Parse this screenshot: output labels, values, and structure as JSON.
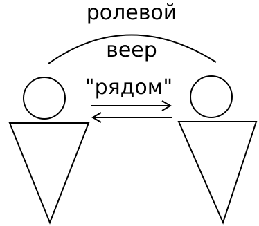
{
  "labels": {
    "top": "ролевой",
    "middle": "веер",
    "relation": "\"рядом\""
  },
  "colors": {
    "stroke": "#000000",
    "background": "#ffffff"
  }
}
